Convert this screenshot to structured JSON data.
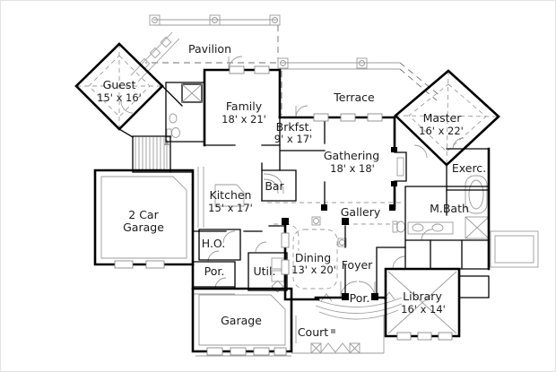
{
  "drawing": {
    "type": "house-floor-plan",
    "background": "#ffffff",
    "wall_color": "#000000",
    "detail_color": "#9b9b9b",
    "text_color": "#1b1b1b"
  },
  "rooms": [
    {
      "id": "pavilion",
      "line1": "Pavilion",
      "line2": ""
    },
    {
      "id": "guest",
      "line1": "Guest",
      "line2": "15' x 16'"
    },
    {
      "id": "family",
      "line1": "Family",
      "line2": "18' x 21'"
    },
    {
      "id": "terrace",
      "line1": "Terrace",
      "line2": ""
    },
    {
      "id": "breakfast",
      "line1": "Brkfst.",
      "line2": "9' x 17'"
    },
    {
      "id": "master",
      "line1": "Master",
      "line2": "16' x 22'"
    },
    {
      "id": "gathering",
      "line1": "Gathering",
      "line2": "18' x 18'"
    },
    {
      "id": "exercise",
      "line1": "Exerc.",
      "line2": ""
    },
    {
      "id": "kitchen",
      "line1": "Kitchen",
      "line2": "15' x 17'"
    },
    {
      "id": "bar",
      "line1": "Bar",
      "line2": ""
    },
    {
      "id": "two-car-garage",
      "line1": "2 Car",
      "line2": "Garage"
    },
    {
      "id": "master-bath",
      "line1": "M.Bath",
      "line2": ""
    },
    {
      "id": "gallery",
      "line1": "Gallery",
      "line2": ""
    },
    {
      "id": "home-office",
      "line1": "H.O.",
      "line2": ""
    },
    {
      "id": "dining",
      "line1": "Dining",
      "line2": "13' x 20'"
    },
    {
      "id": "foyer",
      "line1": "Foyer",
      "line2": ""
    },
    {
      "id": "porch-left",
      "line1": "Por.",
      "line2": ""
    },
    {
      "id": "utility",
      "line1": "Util.",
      "line2": ""
    },
    {
      "id": "porch-front",
      "line1": "Por.",
      "line2": ""
    },
    {
      "id": "library",
      "line1": "Library",
      "line2": "16' x 14'"
    },
    {
      "id": "garage",
      "line1": "Garage",
      "line2": ""
    },
    {
      "id": "court",
      "line1": "Court",
      "line2": ""
    }
  ]
}
